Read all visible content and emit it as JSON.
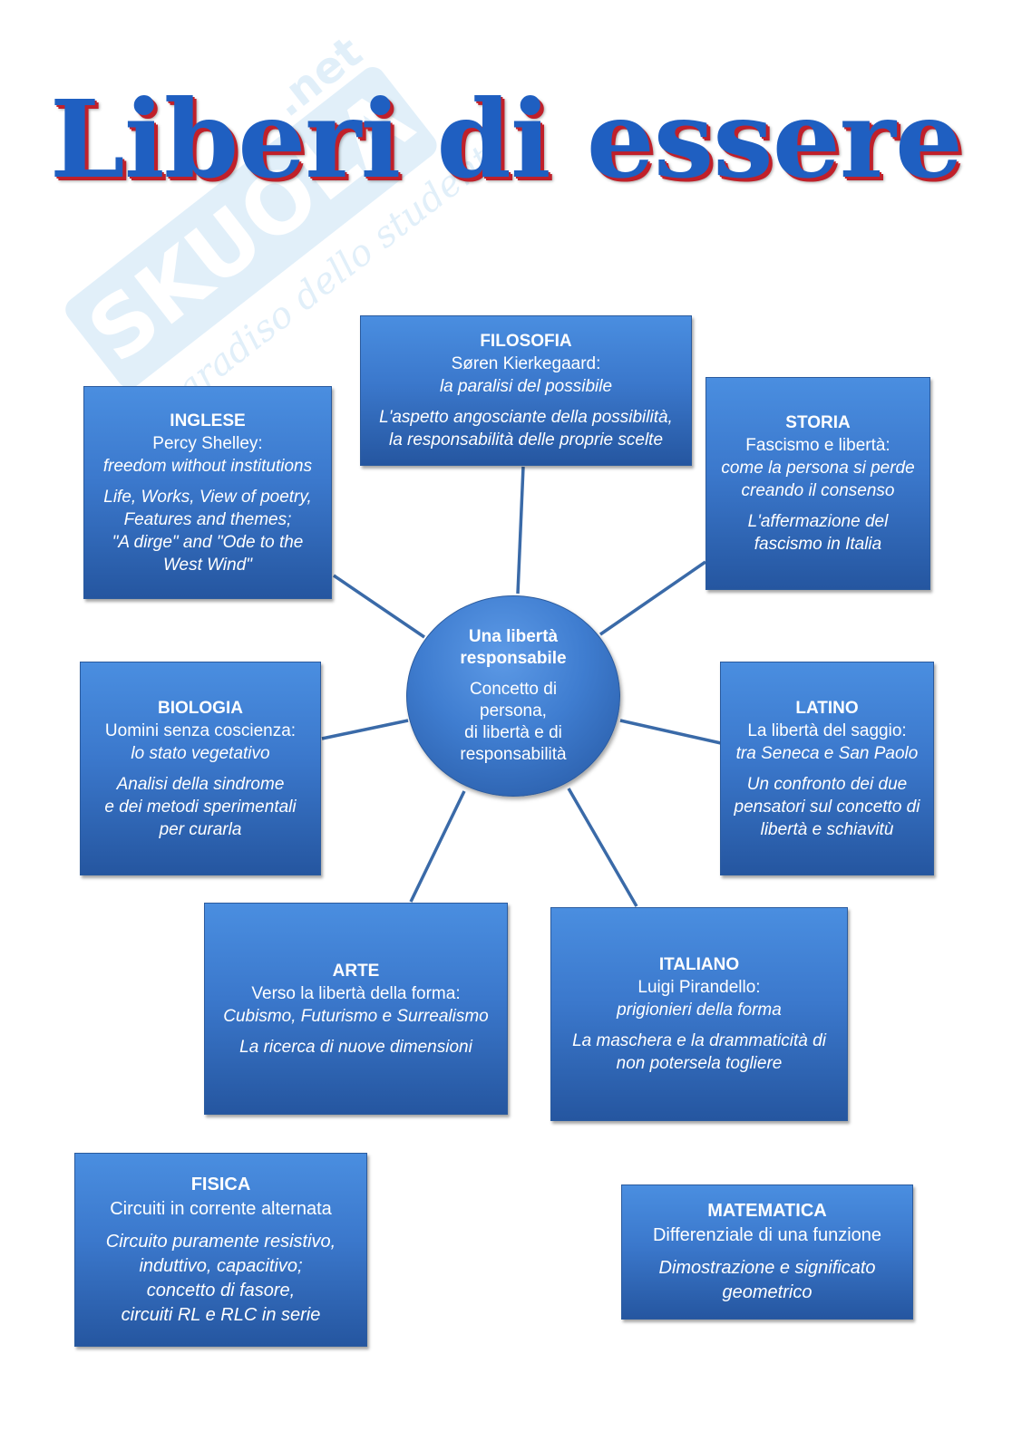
{
  "title": "Liberi di essere",
  "watermark": {
    "brand": "SKUOLA.net",
    "tagline": "Il paradiso dello studente"
  },
  "center": {
    "heading_line1": "Una libertà",
    "heading_line2": "responsabile",
    "body_lines": [
      "Concetto di",
      "persona,",
      "di libertà e di",
      "responsabilità"
    ]
  },
  "colors": {
    "box": "#3b78cc",
    "title": "#1f5fc1",
    "title_shadow": "#c0202a",
    "connector": "#3a6aa8"
  },
  "boxes": {
    "filosofia": {
      "subject": "FILOSOFIA",
      "line1": "Søren Kierkegaard:",
      "line2": "la paralisi del possibile",
      "line3": "L'aspetto angosciante della possibilità,",
      "line4": "la responsabilità delle proprie scelte"
    },
    "inglese": {
      "subject": "INGLESE",
      "line1": "Percy Shelley:",
      "line2": "freedom without institutions",
      "line3": "Life, Works, View of poetry,",
      "line4": "Features and themes;",
      "line5": "\"A dirge\" and \"Ode to the",
      "line6": "West Wind\""
    },
    "storia": {
      "subject": "STORIA",
      "line1": "Fascismo e libertà:",
      "line2": "come la persona si perde",
      "line3": "creando il consenso",
      "line4": "L'affermazione del",
      "line5": "fascismo in Italia"
    },
    "biologia": {
      "subject": "BIOLOGIA",
      "line1": "Uomini senza coscienza:",
      "line2": "lo stato vegetativo",
      "line3": "Analisi della sindrome",
      "line4": "e dei metodi sperimentali",
      "line5": "per curarla"
    },
    "latino": {
      "subject": "LATINO",
      "line1": "La libertà del saggio:",
      "line2": "tra Seneca e San Paolo",
      "line3": "Un confronto dei due",
      "line4": "pensatori sul concetto di",
      "line5": "libertà e schiavitù"
    },
    "arte": {
      "subject": "ARTE",
      "line1": "Verso la libertà della forma:",
      "line2": "Cubismo, Futurismo e Surrealismo",
      "line3": "La ricerca di nuove dimensioni"
    },
    "italiano": {
      "subject": "ITALIANO",
      "line1": "Luigi Pirandello:",
      "line2": "prigionieri della forma",
      "line3": "La maschera e la drammaticità di",
      "line4": "non potersela togliere"
    },
    "fisica": {
      "subject": "FISICA",
      "line1": "Circuiti in corrente alternata",
      "line2": "Circuito puramente resistivo,",
      "line3": "induttivo, capacitivo;",
      "line4": "concetto di fasore,",
      "line5": "circuiti RL e RLC in serie"
    },
    "matematica": {
      "subject": "MATEMATICA",
      "line1": "Differenziale di una funzione",
      "line2": "Dimostrazione e significato",
      "line3": "geometrico"
    }
  }
}
